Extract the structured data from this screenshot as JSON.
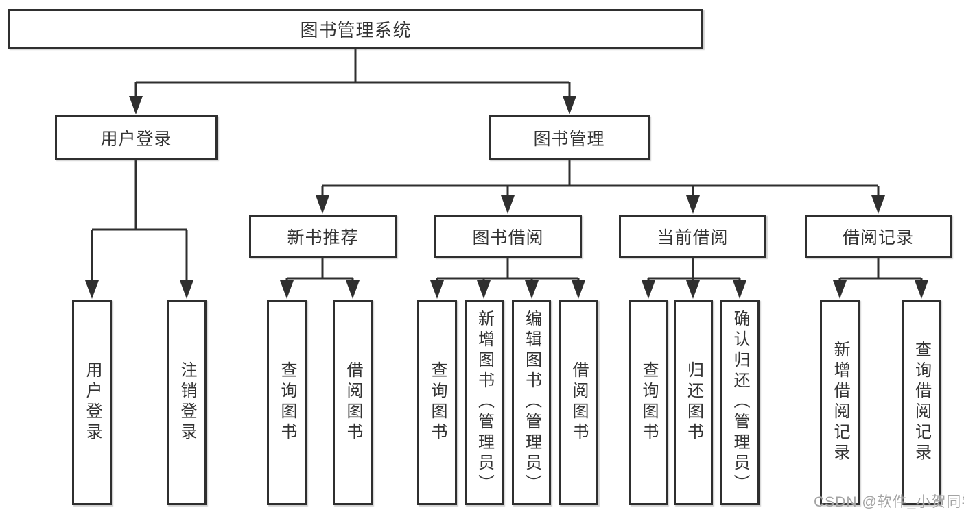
{
  "tree": {
    "root": {
      "label": "图书管理系统",
      "children": [
        {
          "label": "用户登录",
          "children": [
            {
              "label": "用户登录"
            },
            {
              "label": "注销登录"
            }
          ]
        },
        {
          "label": "图书管理",
          "children": [
            {
              "label": "新书推荐",
              "children": [
                {
                  "label": "查询图书"
                },
                {
                  "label": "借阅图书"
                }
              ]
            },
            {
              "label": "图书借阅",
              "children": [
                {
                  "label": "查询图书"
                },
                {
                  "label": "新增图书（管理员）"
                },
                {
                  "label": "编辑图书（管理员）"
                },
                {
                  "label": "借阅图书"
                }
              ]
            },
            {
              "label": "当前借阅",
              "children": [
                {
                  "label": "查询图书"
                },
                {
                  "label": "归还图书"
                },
                {
                  "label": "确认归还（管理员）"
                }
              ]
            },
            {
              "label": "借阅记录",
              "children": [
                {
                  "label": "新增借阅记录"
                },
                {
                  "label": "查询借阅记录"
                }
              ]
            }
          ]
        }
      ]
    }
  },
  "watermark": {
    "text": "CSDN @软件_小贺同学"
  },
  "colors": {
    "line": "#2f2f2f",
    "text": "#333333",
    "watermark": "#a3a3a3"
  }
}
